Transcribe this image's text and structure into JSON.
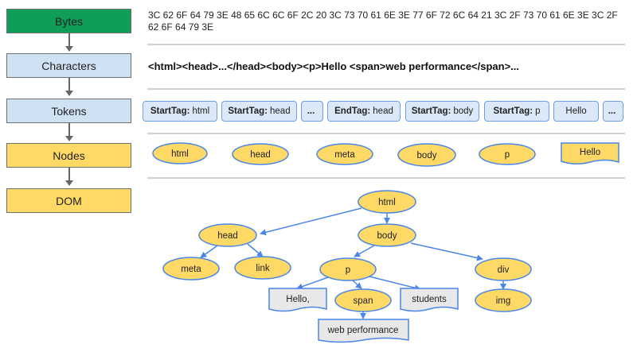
{
  "steps": {
    "bytes": "Bytes",
    "characters": "Characters",
    "tokens": "Tokens",
    "nodes": "Nodes",
    "dom": "DOM"
  },
  "bytes_hex": "3C 62 6F 64 79 3E 48 65 6C 6C 6F 2C 20 3C 73 70 61 6E 3E 77 6F 72 6C 64 21 3C 2F 73 70 61 6E 3E 3C 2F 62 6F 64 79 3E",
  "characters_text": "<html><head>...</head><body><p>Hello <span>web performance</span>...",
  "tokens": [
    {
      "kind": "StartTag:",
      "name": "html"
    },
    {
      "kind": "StartTag:",
      "name": "head"
    },
    {
      "kind": "...",
      "name": ""
    },
    {
      "kind": "EndTag:",
      "name": "head"
    },
    {
      "kind": "StartTag:",
      "name": "body"
    },
    {
      "kind": "StartTag:",
      "name": "p"
    },
    {
      "kind": "",
      "name": "Hello"
    },
    {
      "kind": "...",
      "name": ""
    }
  ],
  "nodes": [
    "html",
    "head",
    "meta",
    "body",
    "p",
    "Hello"
  ],
  "dom_tree": {
    "html": "html",
    "head": "head",
    "body": "body",
    "meta": "meta",
    "link": "link",
    "p": "p",
    "div": "div",
    "hello_text": "Hello,",
    "span": "span",
    "students_text": "students",
    "img": "img",
    "web_performance_text": "web performance"
  },
  "colors": {
    "node_fill": "#ffd966",
    "node_stroke": "#4a86e8",
    "text_node_fill": "#e8e8e8",
    "arrow": "#4a86e8",
    "token_fill": "#dbe8f7"
  }
}
